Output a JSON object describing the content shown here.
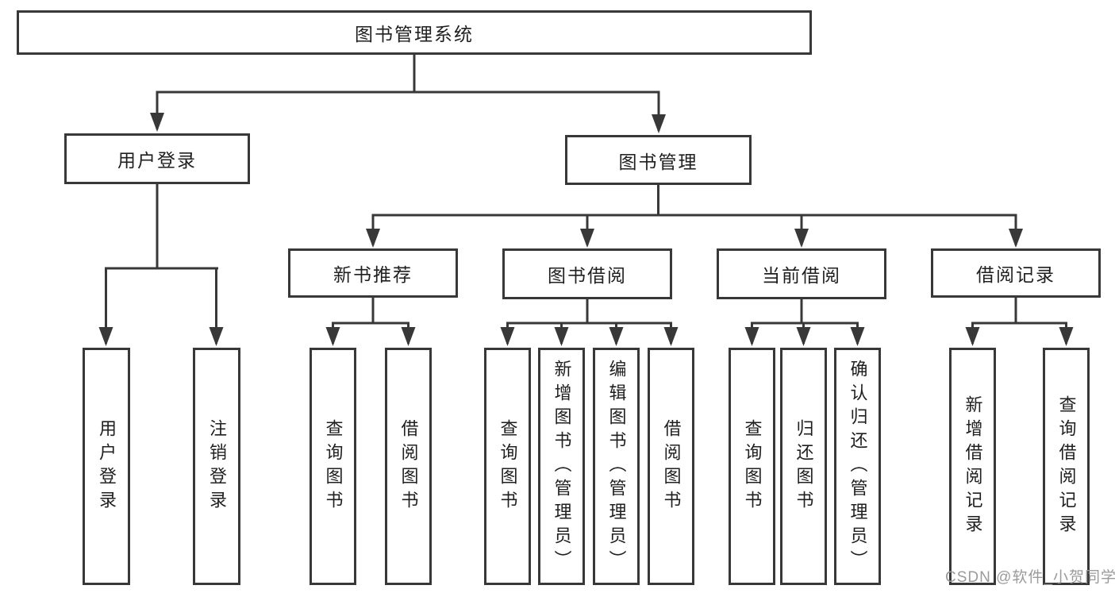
{
  "diagram": {
    "root": "图书管理系统",
    "level2": {
      "user_login": "用户登录",
      "book_mgmt": "图书管理"
    },
    "level3": {
      "new_books": "新书推荐",
      "borrowing": "图书借阅",
      "current": "当前借阅",
      "records": "借阅记录"
    },
    "leaves": {
      "user_login": [
        "用户登录",
        "注销登录"
      ],
      "new_books": [
        "查询图书",
        "借阅图书"
      ],
      "borrowing": [
        "查询图书",
        "新增图书（管理员）",
        "编辑图书（管理员）",
        "借阅图书"
      ],
      "current": [
        "查询图书",
        "归还图书",
        "确认归还（管理员）"
      ],
      "records": [
        "新增借阅记录",
        "查询借阅记录"
      ]
    }
  },
  "watermark": {
    "text": "CSDN @软件_小贺同学"
  },
  "colors": {
    "line": "#383838",
    "text": "#1f1f1f",
    "background": "#ffffff",
    "watermark": "#9b9b9b"
  }
}
